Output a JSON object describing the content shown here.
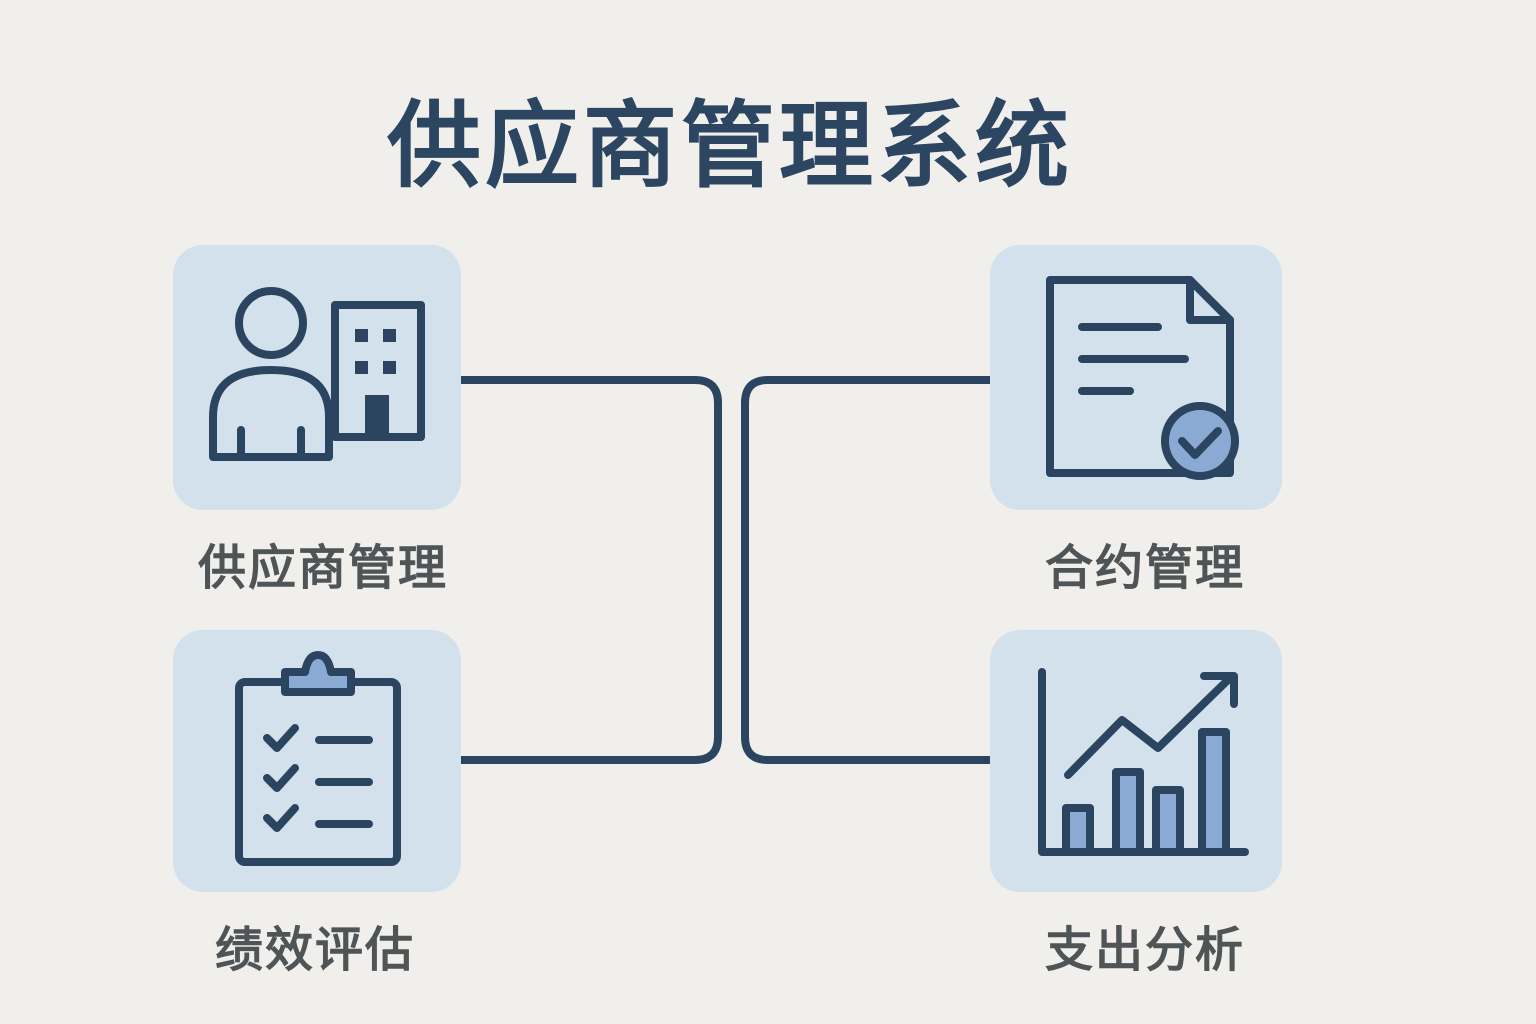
{
  "title": "供应商管理系统",
  "modules": [
    {
      "label": "供应商管理",
      "icon": "supplier-building-icon"
    },
    {
      "label": "合约管理",
      "icon": "contract-check-icon"
    },
    {
      "label": "绩效评估",
      "icon": "clipboard-checklist-icon"
    },
    {
      "label": "支出分析",
      "icon": "spend-chart-icon"
    }
  ],
  "colors": {
    "background": "#f0efec",
    "title": "#2c4561",
    "tile": "#d3e1ec",
    "stroke": "#2b4560",
    "accent": "#8aaad4",
    "label": "#4f5457"
  }
}
